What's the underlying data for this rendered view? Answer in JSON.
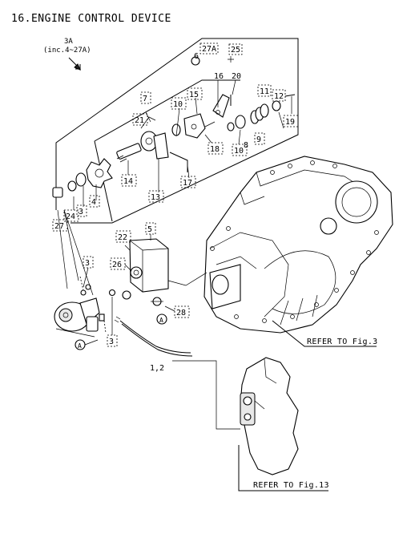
{
  "title": "16.ENGINE CONTROL DEVICE",
  "assembly": {
    "number": "3A",
    "includes": "(inc.4~27A)"
  },
  "callouts": {
    "c27A": "27A",
    "c25": "25",
    "c6": "6",
    "c16": "16",
    "c20": "20",
    "c7": "7",
    "c15": "15",
    "c10a": "10",
    "c11": "11",
    "c12": "12",
    "c21": "21",
    "c8": "8",
    "c9": "9",
    "c19": "19",
    "c18": "18",
    "c10b": "10",
    "c14": "14",
    "c17": "17",
    "c13": "13",
    "c3a": "3",
    "c4": "4",
    "c24": "24",
    "c27": "27",
    "c22": "22",
    "c5": "5",
    "c3b": "3",
    "c26": "26",
    "c28": "28",
    "c3c": "3",
    "c12pair": "1,2",
    "markerA1": "A",
    "markerA2": "A"
  },
  "references": {
    "fig3": "REFER TO Fig.3",
    "fig13": "REFER TO Fig.13"
  }
}
